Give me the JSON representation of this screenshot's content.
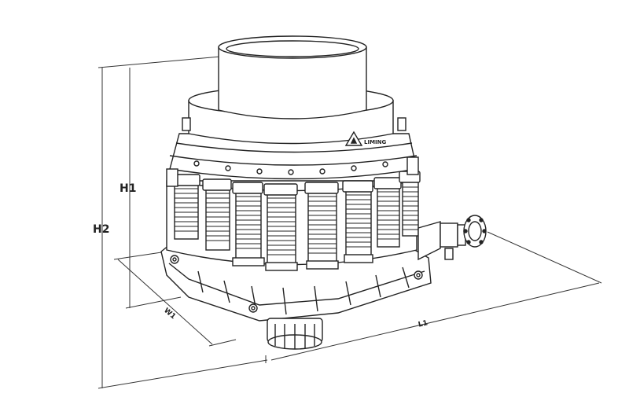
{
  "diagram": {
    "dimensions": {
      "h1": "H1",
      "h2": "H2",
      "w1": "W1",
      "l1": "L1"
    },
    "brand_mark": "LIMING"
  },
  "colors": {
    "line": "#222222",
    "background": "#ffffff"
  }
}
